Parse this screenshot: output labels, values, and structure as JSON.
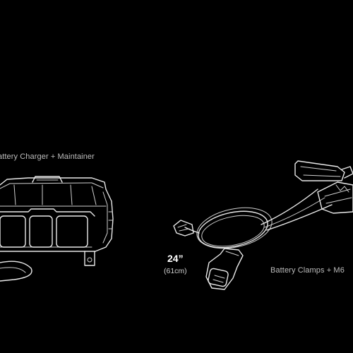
{
  "labels": {
    "charger": "attery Charger + Maintainer",
    "clamps": "Battery Clamps + M6",
    "length_main": "24”",
    "length_sub": "(61cm)"
  },
  "colors": {
    "background": "#000000",
    "line": "#e9e9e9",
    "text": "#bdbdbd"
  }
}
